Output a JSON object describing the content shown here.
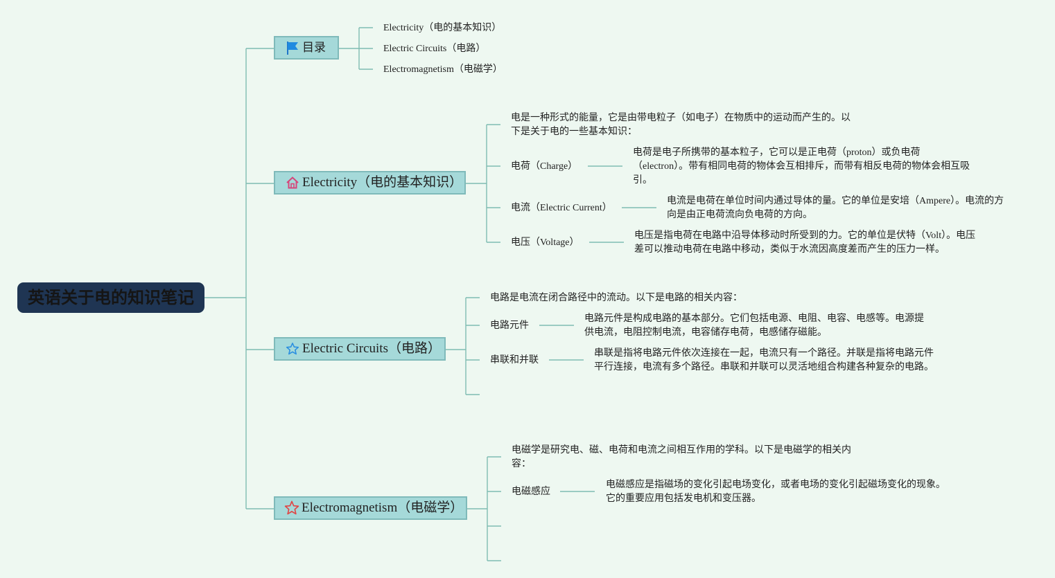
{
  "root": {
    "title": "英语关于电的知识笔记"
  },
  "toc": {
    "title": "目录",
    "items": [
      "Electricity（电的基本知识）",
      "Electric Circuits（电路）",
      "Electromagnetism（电磁学）"
    ]
  },
  "electricity": {
    "title": "Electricity（电的基本知识）",
    "intro_line1": "电是一种形式的能量，它是由带电粒子（如电子）在物质中的运动而产生的。以",
    "intro_line2": "下是关于电的一些基本知识：",
    "charge_label": "电荷（Charge）",
    "charge_line1": "电荷是电子所携带的基本粒子，它可以是正电荷（proton）或负电荷",
    "charge_line2": "（electron）。带有相同电荷的物体会互相排斥，而带有相反电荷的物体会相互吸",
    "charge_line3": "引。",
    "current_label": "电流（Electric Current）",
    "current_line1": "电流是电荷在单位时间内通过导体的量。它的单位是安培（Ampere）。电流的方",
    "current_line2": "向是由正电荷流向负电荷的方向。",
    "voltage_label": "电压（Voltage）",
    "voltage_line1": "电压是指电荷在电路中沿导体移动时所受到的力。它的单位是伏特（Volt）。电压",
    "voltage_line2": "差可以推动电荷在电路中移动，类似于水流因高度差而产生的压力一样。"
  },
  "circuits": {
    "title": "Electric Circuits（电路）",
    "intro": "电路是电流在闭合路径中的流动。以下是电路的相关内容：",
    "components_label": "电路元件",
    "components_line1": "电路元件是构成电路的基本部分。它们包括电源、电阻、电容、电感等。电源提",
    "components_line2": "供电流，电阻控制电流，电容储存电荷，电感储存磁能。",
    "series_label": "串联和并联",
    "series_line1": "串联是指将电路元件依次连接在一起，电流只有一个路径。并联是指将电路元件",
    "series_line2": "平行连接，电流有多个路径。串联和并联可以灵活地组合构建各种复杂的电路。"
  },
  "magnetism": {
    "title": "Electromagnetism（电磁学）",
    "intro_line1": "电磁学是研究电、磁、电荷和电流之间相互作用的学科。以下是电磁学的相关内",
    "intro_line2": "容：",
    "induction_label": "电磁感应",
    "induction_line1": "电磁感应是指磁场的变化引起电场变化，或者电场的变化引起磁场变化的现象。",
    "induction_line2": "它的重要应用包括发电机和变压器。"
  },
  "colors": {
    "line": "#7fbcb2",
    "root_bg": "#1f3553",
    "topic_bg": "#a5d9d9",
    "background": "#eef8f1"
  },
  "icons": {
    "toc": "flag-icon",
    "electricity": "home-icon",
    "circuits": "star-outline-icon",
    "magnetism": "star-red-icon"
  }
}
